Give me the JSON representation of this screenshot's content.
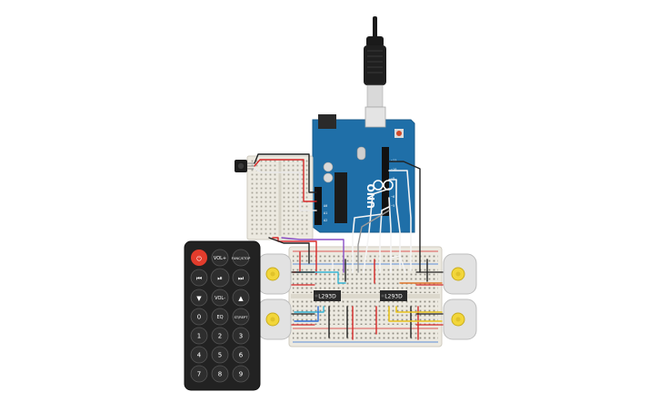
{
  "colors": {
    "arduino_board": "#1f6fa8",
    "remote_body": "#222222",
    "power_button": "#e23c2c",
    "breadboard": "#ece9e0",
    "chip": "#2a2a2a",
    "motor_body": "#e2e2e2",
    "motor_shaft": "#f2d63a",
    "wire_black": "#222222",
    "wire_red": "#d62828",
    "wire_white": "#f4f4f4",
    "wire_gray": "#9a9a9a",
    "wire_blue": "#2f6fd6",
    "wire_cyan": "#35b6d6",
    "wire_yellow": "#e8c21d",
    "wire_purple": "#8a4fc6"
  },
  "arduino": {
    "board_label": "UNO",
    "icon": "arduino-uno-board"
  },
  "ir_receiver": {
    "icon": "ir-receiver-sensor"
  },
  "motor_driver": {
    "chip_1_label": "L293D",
    "chip_2_label": "L293D"
  },
  "motors": {
    "icon": "dc-motor",
    "count": 4
  },
  "remote": {
    "row1": [
      "⏻",
      "VOL+",
      "FUNC/STOP"
    ],
    "row2": [
      "⏮",
      "⏯",
      "⏭"
    ],
    "row3": [
      "▼",
      "VOL-",
      "▲"
    ],
    "row4": [
      "0",
      "EQ",
      "ST/REPT"
    ],
    "row5": [
      "1",
      "2",
      "3"
    ],
    "row6": [
      "4",
      "5",
      "6"
    ],
    "row7": [
      "7",
      "8",
      "9"
    ]
  }
}
